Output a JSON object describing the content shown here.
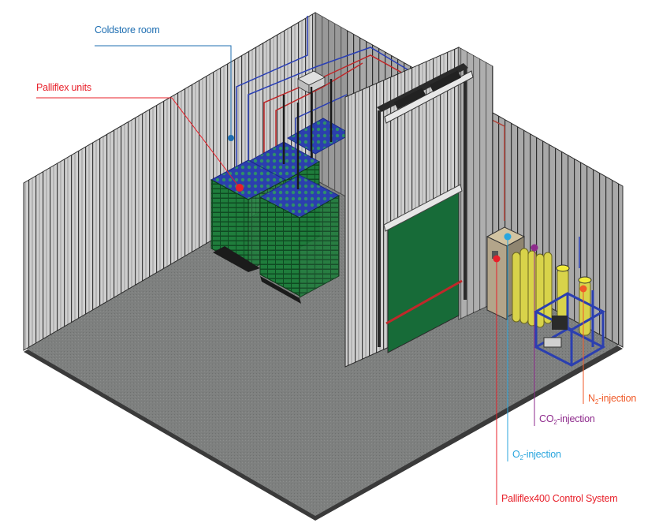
{
  "diagram": {
    "type": "isometric-cutaway",
    "subject": "Controlled atmosphere coldstore room with Palliflex system",
    "colors": {
      "coldstore": "#1f6fb2",
      "palliflex_units": "#e8202a",
      "o2": "#2aa6de",
      "co2": "#8e2a8c",
      "n2": "#f05a28",
      "control_system": "#e8202a",
      "floor": "#7d7f7e",
      "wall": "#c9c9c9",
      "door_panel": "#176b38",
      "crates": "#1e7a3a",
      "crate_tops": "#2a3fb5",
      "cabinet": "#b9a98a",
      "gas_bottles": "#d8d34a",
      "frame": "#2b3fb0"
    }
  },
  "labels": {
    "coldstore_room": {
      "text": "Coldstore room"
    },
    "palliflex_units": {
      "text": "Palliflex units"
    },
    "n2_injection": {
      "prefix": "N",
      "sub": "2",
      "suffix": "-injection"
    },
    "co2_injection": {
      "prefix": "CO",
      "sub": "2",
      "suffix": "-injection"
    },
    "o2_injection": {
      "prefix": "O",
      "sub": "2",
      "suffix": "-injection"
    },
    "control_system": {
      "text": "Palliflex400 Control System"
    }
  }
}
